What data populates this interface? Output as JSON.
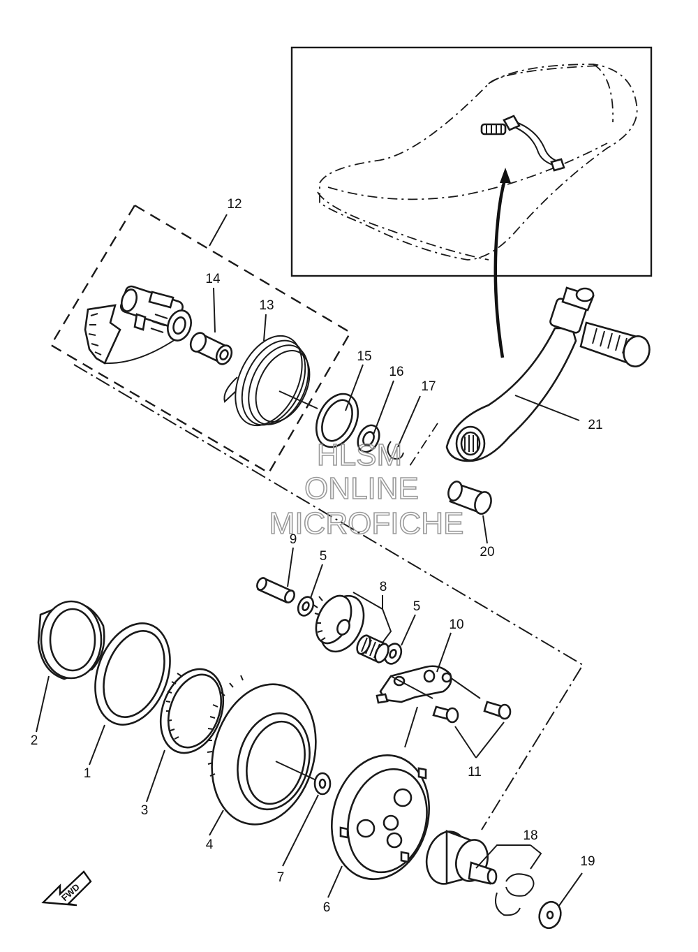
{
  "diagram": {
    "callouts": {
      "c1": "1",
      "c2": "2",
      "c3": "3",
      "c4": "4",
      "c5a": "5",
      "c5b": "5",
      "c6": "6",
      "c7": "7",
      "c8": "8",
      "c9": "9",
      "c10": "10",
      "c11": "11",
      "c12": "12",
      "c13": "13",
      "c14": "14",
      "c15": "15",
      "c16": "16",
      "c17": "17",
      "c18": "18",
      "c19": "19",
      "c20": "20",
      "c21": "21"
    },
    "fwd_label": "FWD",
    "watermark": [
      "HLSM",
      "ONLINE",
      "MICROFICHE"
    ]
  }
}
